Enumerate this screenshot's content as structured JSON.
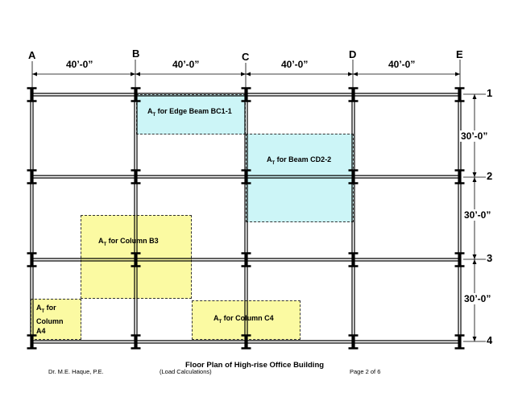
{
  "grid": {
    "columns": [
      "A",
      "B",
      "C",
      "D",
      "E"
    ],
    "rows": [
      "1",
      "2",
      "3",
      "4"
    ],
    "bay_width_labels": [
      "40’-0”",
      "40’-0”",
      "40’-0”",
      "40’-0”"
    ],
    "bay_depth_labels": [
      "30’-0”",
      "30’-0”",
      "30’-0”"
    ]
  },
  "tributary_areas": {
    "edge_beam_bc1": {
      "prefix": "A",
      "subscript": "T",
      "text": " for Edge Beam BC1-1",
      "color": "#ccf5f7"
    },
    "beam_cd2": {
      "prefix": "A",
      "subscript": "T",
      "text": " for Beam CD2-2",
      "color": "#ccf5f7"
    },
    "column_b3": {
      "prefix": "A",
      "subscript": "T",
      "text": " for Column B3",
      "color": "#fbfaa2"
    },
    "column_a4": {
      "prefix": "A",
      "subscript": "T",
      "line1": " for",
      "line2": "Column",
      "line3": "A4",
      "color": "#fbfaa2"
    },
    "column_c4": {
      "prefix": "A",
      "subscript": "T",
      "text": " for Column C4",
      "color": "#fbfaa2"
    }
  },
  "title": "Floor Plan of High-rise Office Building",
  "footer": {
    "author": "Dr. M.E. Haque, P.E.",
    "course": "(Load Calculations)",
    "page": "Page 2 of 6"
  }
}
